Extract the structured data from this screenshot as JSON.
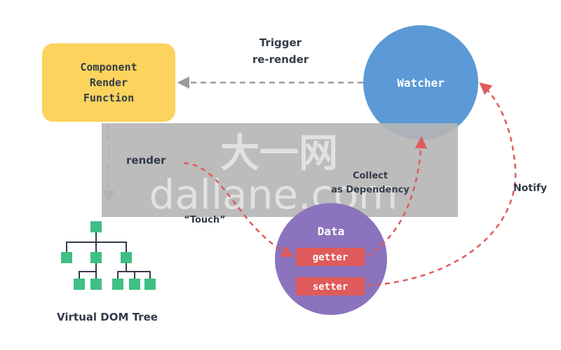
{
  "component": {
    "line1": "Component",
    "line2": "Render",
    "line3": "Function"
  },
  "watcher": {
    "label": "Watcher"
  },
  "data_node": {
    "title": "Data",
    "getter": "getter",
    "setter": "setter"
  },
  "edge_labels": {
    "trigger_line1": "Trigger",
    "trigger_line2": "re-render",
    "render": "render",
    "touch": "“Touch”",
    "collect_line1": "Collect",
    "collect_line2": "as Dependency",
    "notify": "Notify"
  },
  "vdom": {
    "label": "Virtual DOM Tree"
  },
  "watermark": {
    "line1": "大一网",
    "line2": "dallane.com"
  },
  "colors": {
    "component_fill": "#fbd35d",
    "watcher_fill": "#5b9ad6",
    "data_fill": "#8b74bd",
    "pill_fill": "#e05b5b",
    "arrow_red": "#e05b5b",
    "arrow_gray": "#9c9c9c",
    "node_green": "#3fbf84",
    "text_dark": "#333c48",
    "watermark_band": "#b5b5b5"
  }
}
